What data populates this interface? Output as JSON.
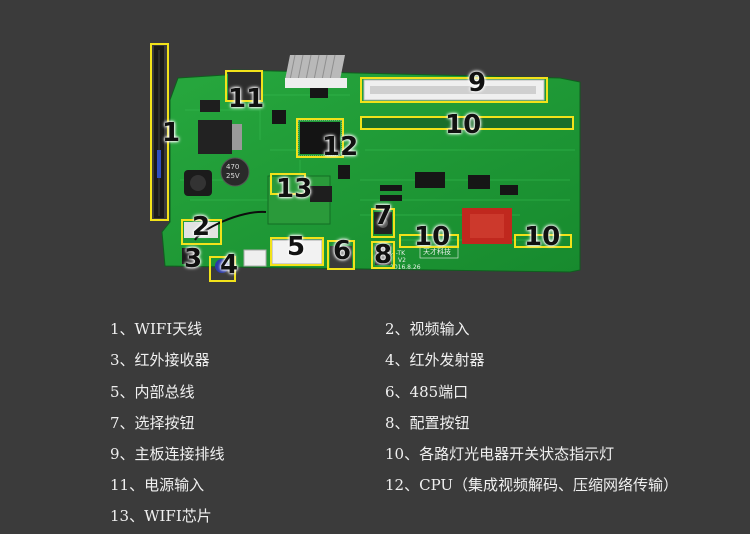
{
  "board": {
    "silkscreen_model": "SR-  -TK",
    "silkscreen_rev": "V2",
    "silkscreen_date": "2016.8.26",
    "silkscreen_brand": "天才科技",
    "cap_text_1": "470",
    "cap_text_2": "25V"
  },
  "callouts": [
    {
      "id": "1"
    },
    {
      "id": "2"
    },
    {
      "id": "3"
    },
    {
      "id": "4"
    },
    {
      "id": "5"
    },
    {
      "id": "6"
    },
    {
      "id": "7"
    },
    {
      "id": "8"
    },
    {
      "id": "9"
    },
    {
      "id": "10"
    },
    {
      "id": "10b",
      "label": "10"
    },
    {
      "id": "10c",
      "label": "10"
    },
    {
      "id": "11"
    },
    {
      "id": "12"
    },
    {
      "id": "13"
    }
  ],
  "callout_labels": {
    "c1": "1",
    "c2": "2",
    "c3": "3",
    "c4": "4",
    "c5": "5",
    "c6": "6",
    "c7": "7",
    "c8": "8",
    "c9": "9",
    "c10a": "10",
    "c10b": "10",
    "c10c": "10",
    "c11": "11",
    "c12": "12",
    "c13": "13"
  },
  "colors": {
    "background": "#3b3b3b",
    "pcb_green": "#1f9a36",
    "callout_yellow": "#f2e21a",
    "legend_text": "#f0f0f0"
  },
  "legend": [
    "1、WIFI天线",
    "2、视频输入",
    "3、红外接收器",
    "4、红外发射器",
    "5、内部总线",
    "6、485端口",
    "7、选择按钮",
    "8、配置按钮",
    "9、主板连接排线",
    "10、各路灯光电器开关状态指示灯",
    "11、电源输入",
    "12、CPU（集成视频解码、压缩网络传输）",
    "13、WIFI芯片"
  ]
}
